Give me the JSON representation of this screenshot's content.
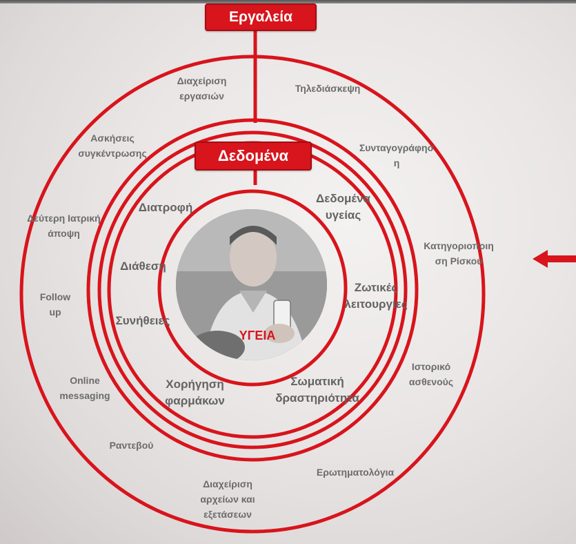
{
  "colors": {
    "accent": "#d8141c",
    "label": "#6b6b6b"
  },
  "tools_title": "Εργαλεία",
  "data_title": "Δεδομένα",
  "center_label": "ΥΓΕΙΑ",
  "outer_labels": {
    "task_management": "Διαχείριση\nεργασιών",
    "teleconference": "Τηλεδιάσκεψη",
    "concentration": "Ασκήσεις\nσυγκέντρωσης",
    "prescription": "Συνταγογράφησ\nη",
    "second_opinion": "Δεύτερη Ιατρική\nάποψη",
    "risk": "Κατηγοριοποιη\nση Ρίσκου",
    "followup": "Follow\nup",
    "history": "Ιστορικό\nασθενούς",
    "messaging": "Online\nmessaging",
    "appointments": "Ραντεβού",
    "questionnaires": "Ερωτηματολόγια",
    "files": "Διαχείριση\nαρχείων και\nεξετάσεων"
  },
  "inner_labels": {
    "nutrition": "Διατροφή",
    "health_data": "Δεδομένα\nυγείας",
    "mood": "Διάθεση",
    "vitals": "Ζωτικές\nλειτουργίες",
    "habits": "Συνήθειες",
    "medication": "Χορήγηση\nφαρμάκων",
    "activity": "Σωματική\nδραστηριότητα"
  },
  "icons": {
    "arrow": "left-arrow-icon",
    "photo": "person-with-phone-photo"
  }
}
